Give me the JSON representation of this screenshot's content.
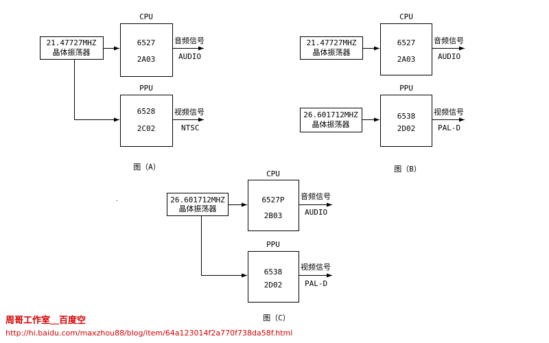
{
  "colors": {
    "line": "#000000",
    "footer": "#d40000",
    "background": "#ffffff"
  },
  "diagram_a": {
    "crystal": {
      "freq": "21.47727MHZ",
      "name": "晶体振荡器"
    },
    "cpu": {
      "label": "CPU",
      "chip": "6527",
      "model": "2A03",
      "signal": "音频信号",
      "signal_type": "AUDIO"
    },
    "ppu": {
      "label": "PPU",
      "chip": "6528",
      "model": "2C02",
      "signal": "视频信号",
      "signal_type": "NTSC"
    },
    "caption": "图（A）"
  },
  "diagram_b": {
    "crystal_cpu": {
      "freq": "21.47727MHZ",
      "name": "晶体振荡器"
    },
    "crystal_ppu": {
      "freq": "26.601712MHZ",
      "name": "晶体振荡器"
    },
    "cpu": {
      "label": "CPU",
      "chip": "6527",
      "model": "2A03",
      "signal": "音频信号",
      "signal_type": "AUDIO"
    },
    "ppu": {
      "label": "PPU",
      "chip": "6538",
      "model": "2D02",
      "signal": "视频信号",
      "signal_type": "PAL-D"
    },
    "caption": "图（B）"
  },
  "diagram_c": {
    "crystal": {
      "freq": "26.601712MHZ",
      "name": "晶体振荡器"
    },
    "cpu": {
      "label": "CPU",
      "chip": "6527P",
      "model": "2B03",
      "signal": "音频信号",
      "signal_type": "AUDIO"
    },
    "ppu": {
      "label": "PPU",
      "chip": "6538",
      "model": "2D02",
      "signal": "视频信号",
      "signal_type": "PAL-D"
    },
    "caption": "图（C）"
  },
  "footer": {
    "studio": "周哥工作室＿百度空",
    "url": "http://hi.baidu.com/maxzhou88/blog/item/64a123014f2a770f738da58f.html"
  }
}
